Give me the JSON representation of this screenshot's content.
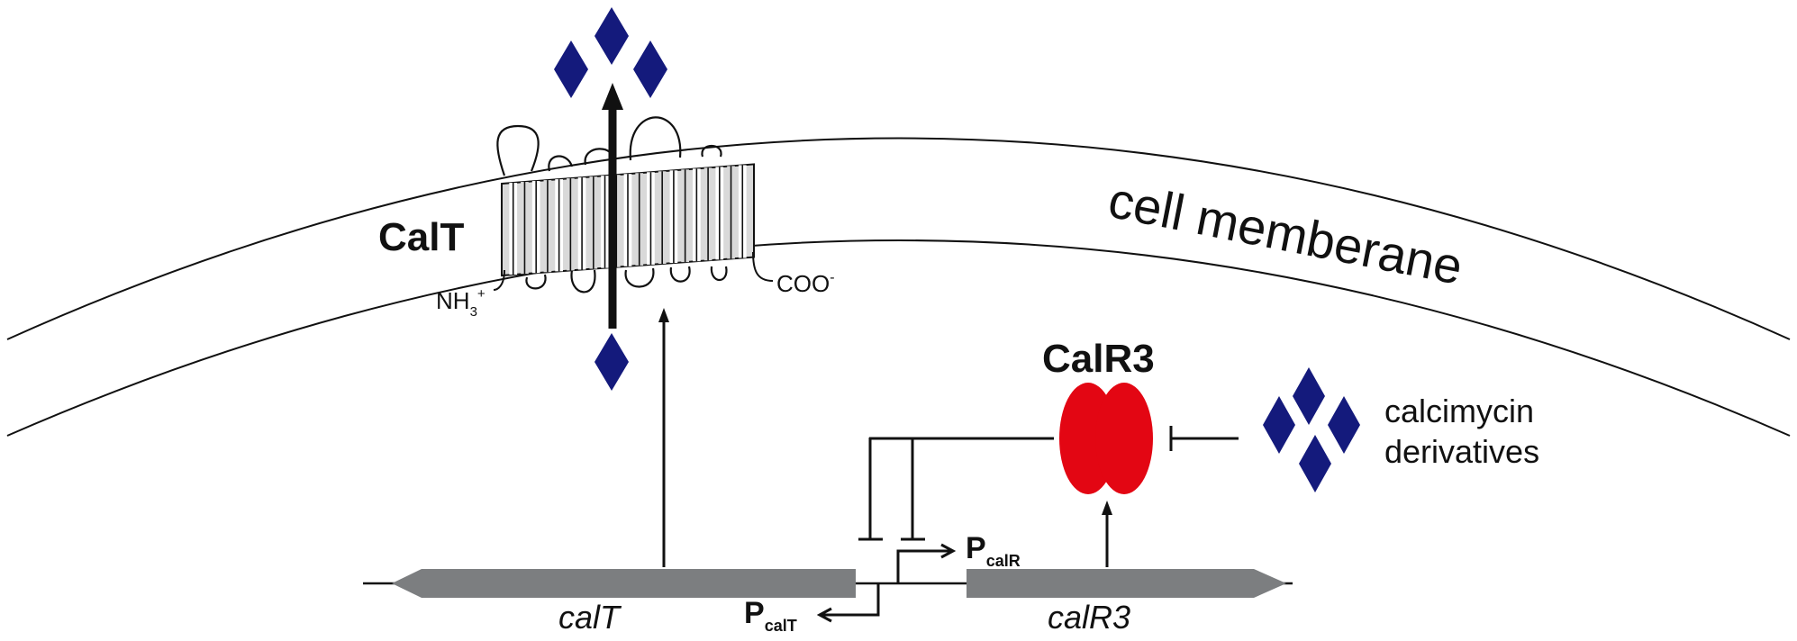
{
  "labels": {
    "transporter": "CalT",
    "membrane": "cell memberane",
    "n_terminus_base": "NH",
    "n_terminus_sub": "3",
    "n_terminus_sup": "+",
    "c_terminus_base": "COO",
    "c_terminus_sup": "-",
    "regulator": "CalR3",
    "ligand_line1": "calcimycin",
    "ligand_line2": "derivatives",
    "gene_calT": "calT",
    "gene_calR3": "calR3",
    "promoter_calR_base": "P",
    "promoter_calR_sub": "calR",
    "promoter_calT_base": "P",
    "promoter_calT_sub": "calT"
  },
  "colors": {
    "ligand": "#141a7c",
    "regulator": "#e30613",
    "gene": "#7c7e80",
    "line": "#111111"
  }
}
